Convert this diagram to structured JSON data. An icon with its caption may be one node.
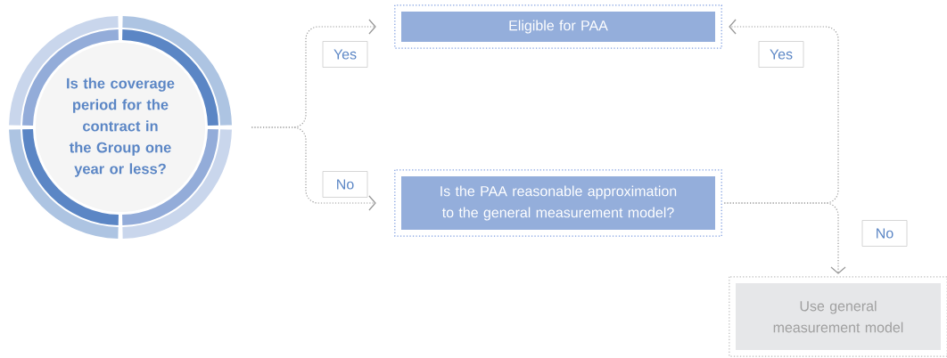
{
  "diagram": {
    "nodes": [
      {
        "text": [
          "Is the coverage period for the contract in the Group one year or less?"
        ]
      },
      {
        "text": [
          "Eligible for PAA"
        ]
      },
      {
        "text": [
          "Is the PAA reasonable approximation to the general measurement model?"
        ]
      },
      {
        "text": [
          "Use general measurement model"
        ]
      }
    ],
    "edges": [
      {
        "from": 0,
        "to": 1,
        "arrow": "to",
        "label": "Yes",
        "style": "dashed"
      },
      {
        "from": 0,
        "to": 2,
        "arrow": "to",
        "label": "No",
        "style": "dashed"
      },
      {
        "from": 2,
        "to": 1,
        "arrow": "to",
        "label": "Yes",
        "style": "dashed"
      },
      {
        "from": 2,
        "to": 3,
        "arrow": "to",
        "label": "No",
        "style": "dashed"
      }
    ]
  }
}
